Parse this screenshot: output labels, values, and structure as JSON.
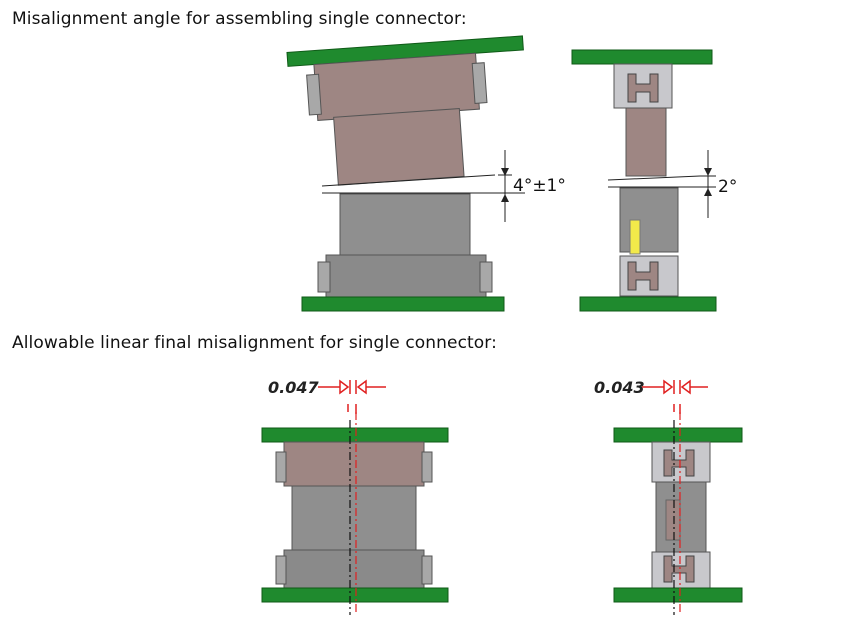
{
  "headings": {
    "angle": "Misalignment angle for assembling single connector:",
    "linear": "Allowable linear final misalignment for single connector:"
  },
  "angle_figures": {
    "front_label": "4°±1°",
    "side_label": "2°"
  },
  "linear_figures": {
    "front_label": "0.047",
    "side_label": "0.043"
  },
  "colors": {
    "pcb": "#1f8a2e",
    "pcb_edge": "#0f5a17",
    "plug_body": "#9e8683",
    "receptacle_body": "#8f8f8f",
    "hook": "#c8c8cc",
    "dimension_red": "#e02020",
    "contact_yellow": "#f2e94a"
  }
}
